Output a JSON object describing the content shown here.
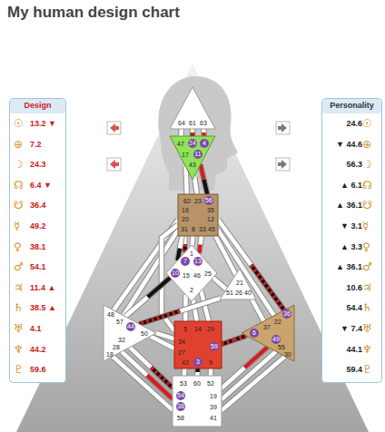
{
  "diagram": {
    "title": "My human design chart",
    "nodes": [
      {
        "text": [
          "Design",
          "☉",
          "13.2 ▼",
          "⊕",
          "7.2",
          "☽",
          "24.3",
          "☊",
          "6.4 ▼",
          "☋",
          "36.4",
          "☿",
          "49.2",
          "♀",
          "38.1",
          "♂",
          "54.1",
          "♃",
          "11.4 ▲",
          "♄",
          "38.5 ▲",
          "♅",
          "4.1",
          "♆",
          "44.2",
          "♇",
          "59.6"
        ]
      },
      {
        "text": [
          "64",
          "61",
          "63"
        ]
      },
      {
        "text": [
          "47",
          "24",
          "4",
          "17",
          "11",
          "43"
        ]
      },
      {
        "text": [
          "62",
          "23",
          "56",
          "16",
          "35",
          "20",
          "12",
          "31",
          "8",
          "33",
          "45"
        ]
      },
      {
        "text": [
          "1",
          "7",
          "13",
          "10",
          "25",
          "15",
          "46",
          "2"
        ]
      },
      {
        "text": [
          "21",
          "51",
          "26",
          "40"
        ]
      },
      {
        "text": [
          "48",
          "57",
          "44",
          "50",
          "32",
          "28",
          "18"
        ]
      },
      {
        "text": [
          "36",
          "22",
          "37",
          "6",
          "49",
          "55",
          "30"
        ]
      },
      {
        "text": [
          "5",
          "14",
          "29",
          "34",
          "27",
          "59",
          "42",
          "3",
          "9"
        ]
      },
      {
        "text": [
          "53",
          "60",
          "52",
          "54",
          "19",
          "38",
          "39",
          "58",
          "41"
        ]
      },
      {
        "text": [
          "Personality",
          "24.6",
          "☉",
          "▼ 44.6",
          "⊕",
          "56.3",
          "☽",
          "▲ 6.1",
          "☊",
          "▲ 36.1",
          "☋",
          "▼ 3.1",
          "☿",
          "▲ 3.3",
          "♀",
          "▲ 36.1",
          "♂",
          "10.6",
          "♃",
          "54.4",
          "♄",
          "▼ 7.4",
          "♅",
          "44.1",
          "♆",
          "59.4",
          "♇"
        ]
      }
    ],
    "edges": [
      {
        "from": 1,
        "to": 2,
        "arrow": "none"
      },
      {
        "from": 1,
        "to": 2,
        "arrow": "none"
      },
      {
        "from": 1,
        "to": 2,
        "arrow": "none"
      },
      {
        "from": 2,
        "to": 3,
        "arrow": "none"
      },
      {
        "from": 2,
        "to": 3,
        "arrow": "none"
      },
      {
        "from": 2,
        "to": 3,
        "arrow": "none"
      },
      {
        "from": 3,
        "to": 4,
        "arrow": "none"
      },
      {
        "from": 3,
        "to": 4,
        "arrow": "none"
      },
      {
        "from": 3,
        "to": 4,
        "arrow": "none"
      },
      {
        "from": 3,
        "to": 4,
        "arrow": "none"
      },
      {
        "from": 3,
        "to": 5,
        "arrow": "none"
      },
      {
        "from": 3,
        "to": 6,
        "arrow": "none"
      },
      {
        "from": 3,
        "to": 6,
        "arrow": "none"
      },
      {
        "from": 3,
        "to": 7,
        "arrow": "none"
      },
      {
        "from": 3,
        "to": 7,
        "arrow": "none"
      },
      {
        "from": 3,
        "to": 8,
        "arrow": "none"
      },
      {
        "from": 4,
        "to": 5,
        "arrow": "none"
      },
      {
        "from": 4,
        "to": 6,
        "arrow": "none"
      },
      {
        "from": 4,
        "to": 8,
        "arrow": "none"
      },
      {
        "from": 4,
        "to": 8,
        "arrow": "none"
      },
      {
        "from": 4,
        "to": 8,
        "arrow": "none"
      },
      {
        "from": 5,
        "to": 6,
        "arrow": "none"
      },
      {
        "from": 5,
        "to": 7,
        "arrow": "none"
      },
      {
        "from": 6,
        "to": 8,
        "arrow": "none"
      },
      {
        "from": 6,
        "to": 8,
        "arrow": "none"
      },
      {
        "from": 6,
        "to": 9,
        "arrow": "none"
      },
      {
        "from": 6,
        "to": 9,
        "arrow": "none"
      },
      {
        "from": 6,
        "to": 9,
        "arrow": "none"
      },
      {
        "from": 8,
        "to": 7,
        "arrow": "none"
      },
      {
        "from": 7,
        "to": 9,
        "arrow": "none"
      },
      {
        "from": 7,
        "to": 9,
        "arrow": "none"
      },
      {
        "from": 7,
        "to": 9,
        "arrow": "none"
      },
      {
        "from": 8,
        "to": 9,
        "arrow": "none"
      },
      {
        "from": 8,
        "to": 9,
        "arrow": "none"
      },
      {
        "from": 8,
        "to": 9,
        "arrow": "none"
      }
    ]
  }
}
